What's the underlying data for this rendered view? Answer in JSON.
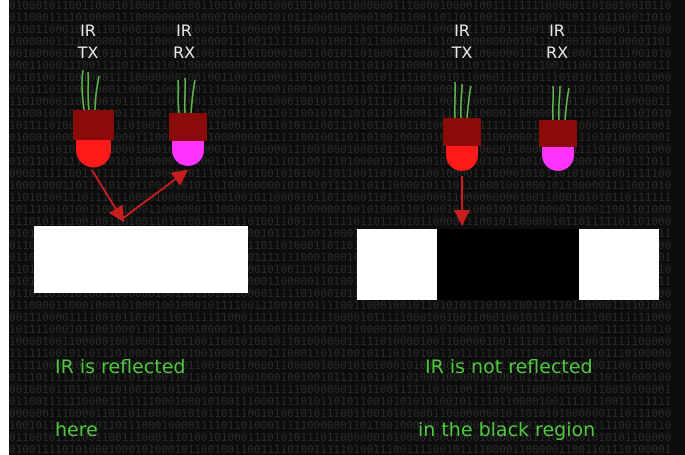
{
  "left_panel": {
    "tx_label": [
      "IR",
      "TX"
    ],
    "rx_label": [
      "IR",
      "RX"
    ],
    "caption_line1": "IR is reflected",
    "caption_line2": "here"
  },
  "right_panel": {
    "tx_label": [
      "IR",
      "TX"
    ],
    "rx_label": [
      "IR",
      "RX"
    ],
    "caption_line1": "IR is not reflected",
    "caption_line2": "in the black region"
  },
  "colors": {
    "background": "#0d0d0d",
    "binary_text": "#2b2b2b",
    "led_body": "#8b0a0a",
    "tx_dome": "#ff1a1a",
    "rx_dome": "#ff33ff",
    "lead_wire": "#5fb84a",
    "arrow": "#c81e1e",
    "surface_white": "#ffffff",
    "surface_black": "#000000",
    "caption_text": "#4ec93e",
    "label_text": "#e8e8e8"
  }
}
